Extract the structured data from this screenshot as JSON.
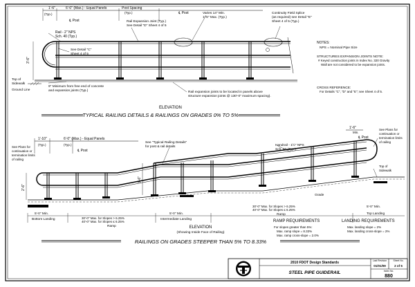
{
  "top": {
    "dim_left": "1'-6\"",
    "dim_spacing": "6'-0\" (Max.) - Equal Panels",
    "post_spacing": "Post Spacing",
    "post_spacing_typ": "(Typ.)",
    "dim_left_typ": "(Typ.)",
    "cl_post_left": "℄ Post",
    "cl_post_mid": "℄ Post",
    "rail_note": [
      "Rail - 2\" NPS",
      "Sch. 40 (Typ.)"
    ],
    "see_detail_c": [
      "See Detail \"C\"",
      "Sheet 4 of 5"
    ],
    "expansion_joint": [
      "Rail Expansion Joint (Typ.)",
      "See Detail \"D\" Sheet 4 of 5"
    ],
    "varies": [
      "Varies 14\" Min.",
      "1'-6\" Max. (Typ.)"
    ],
    "continuity": [
      "Continuity Field Splice",
      "(as required) see Detail \"E\"",
      "Sheet 4 of 5 (Typ.)"
    ],
    "height": "3'-6\"",
    "top_of_sidewalk": [
      "Top of",
      "Sidewalk"
    ],
    "ground_line": "Ground Line",
    "min_note": [
      "9\" Minimum from free end of concrete",
      "and expansion joints (Typ.)"
    ],
    "rail_joints_note": [
      "Rail expansion joints to be located in panels above",
      "structure expansion joints @ 130'-0\" maximum spacing)."
    ],
    "elevation": "ELEVATION",
    "title": "TYPICAL RAILING DETAILS & RAILINGS ON GRADES 0% TO 5%"
  },
  "notes": {
    "heading": "NOTES:",
    "nps": "NPS = Nominal Pipe Size",
    "structures_heading": "STRUCTURES EXPANSION JOINTS NOTE:",
    "structures_1": "# Keyed construction joints in Index No. 320 Gravity",
    "structures_2": "Wall are not considered to be expansion joints.",
    "cross_heading": "CROSS REFERENCE:",
    "cross_1": "For Details \"C\", \"D\" and \"E\"; see Sheet 4 of 5."
  },
  "bottom": {
    "dim_left": "1'-10\"",
    "dim_left_typ": "(Typ.)",
    "dim_spacing": "6'-0\" (Max.) - Equal Panels",
    "typ": "(Typ.)",
    "cl_post": "℄ Post",
    "see_plans_left": [
      "See Plans for",
      "continuation or",
      "termination limits",
      "of railing"
    ],
    "see_typical": [
      "See \"Typical Railing Details\"",
      "for post & rail details"
    ],
    "handrail": [
      "Handrail - 1½\" NPS",
      "Sch. 40 (Typ.)"
    ],
    "dim_right": "1'-6\"",
    "min_right": "Min.",
    "cl_post_right": "℄ Post",
    "see_plans_right": [
      "See Plans for",
      "continuation or",
      "termination limits",
      "of railing"
    ],
    "top_of_sidewalk": [
      "Top of",
      "Sidewalk"
    ],
    "height_left": "2'-6\"",
    "height_mid": "3'-6\"",
    "grade": "Grade",
    "bottom_landing_min": "5'-0\" Min.",
    "bottom_landing": "Bottom Landing",
    "ramp_note_left": [
      "30'-0\" Max. for Slopes > 6.25%",
      "40'-0\" Max. for Slopes ≤ 6.25%"
    ],
    "ramp_left": "Ramp",
    "intermediate_min": "5'-0\" Min.",
    "intermediate": "Intermediate Landing",
    "ramp_note_right": [
      "30'-0\" Max. for Slopes > 6.25%",
      "40'-0\" Max. for Slopes ≤ 6.25%"
    ],
    "ramp_right": "Ramp",
    "top_landing_min": "5'-0\" Min.",
    "top_landing": "Top Landing",
    "elevation": "ELEVATION",
    "elevation_sub": "(Showing Inside Face of Railing)",
    "title": "RAILINGS ON GRADES STEEPER THAN 5% TO 8.33%"
  },
  "ramp_req": {
    "heading": "RAMP REQUIREMENTS",
    "line1": "For slopes greater than 5%:",
    "line2": "Max. ramp slope = 8.33%",
    "line3": "Max. ramp cross-slope = 2.0%"
  },
  "landing_req": {
    "heading": "LANDING REQUIREMENTS",
    "line1": "Max. landing slope = 2%",
    "line2": "Max. landing cross-slope = 2%"
  },
  "title_block": {
    "standards": "2010 FDOT Design Standards",
    "name": "STEEL PIPE GUIDERAIL",
    "rev_label": "Last Revision",
    "rev_value": "01/01/09",
    "sheet_label": "Sheet No.",
    "sheet_value": "2 of 5",
    "index_label": "Index No.",
    "index_value": "880"
  }
}
